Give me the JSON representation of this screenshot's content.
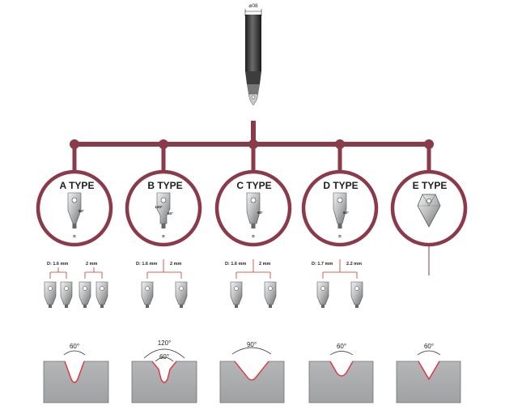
{
  "colors": {
    "accent": "#8b3a4a",
    "redline": "#e0313e",
    "block": "#a9abad",
    "block_edge": "#6f7173",
    "insert_metal": "#c9cbcd",
    "shank_dark": "#333333"
  },
  "tool": {
    "diameter_label": "⌀08"
  },
  "types": [
    {
      "title": "A TYPE",
      "insert_angle": "60°",
      "d_label": "D",
      "sizes": [
        "D: 1.6 mm",
        "2 mm"
      ],
      "groove_angles": [
        "60°"
      ]
    },
    {
      "title": "B TYPE",
      "insert_angle": "60°",
      "insert_angle2": "120°",
      "d_label": "D",
      "sizes": [
        "D: 1.6 mm",
        "2 mm"
      ],
      "groove_angles": [
        "120°",
        "60°"
      ]
    },
    {
      "title": "C TYPE",
      "insert_angle": "90°",
      "d_label": "D",
      "sizes": [
        "D: 1.6 mm",
        "2 mm"
      ],
      "groove_angles": [
        "90°"
      ]
    },
    {
      "title": "D TYPE",
      "insert_angle": "60°",
      "d_label": "D",
      "sizes": [
        "D: 1.7 mm",
        "2.2 mm"
      ],
      "groove_angles": [
        "60°"
      ]
    },
    {
      "title": "E TYPE",
      "insert_angle": "",
      "d_label": "",
      "sizes": [],
      "groove_angles": [
        "60°"
      ]
    }
  ]
}
